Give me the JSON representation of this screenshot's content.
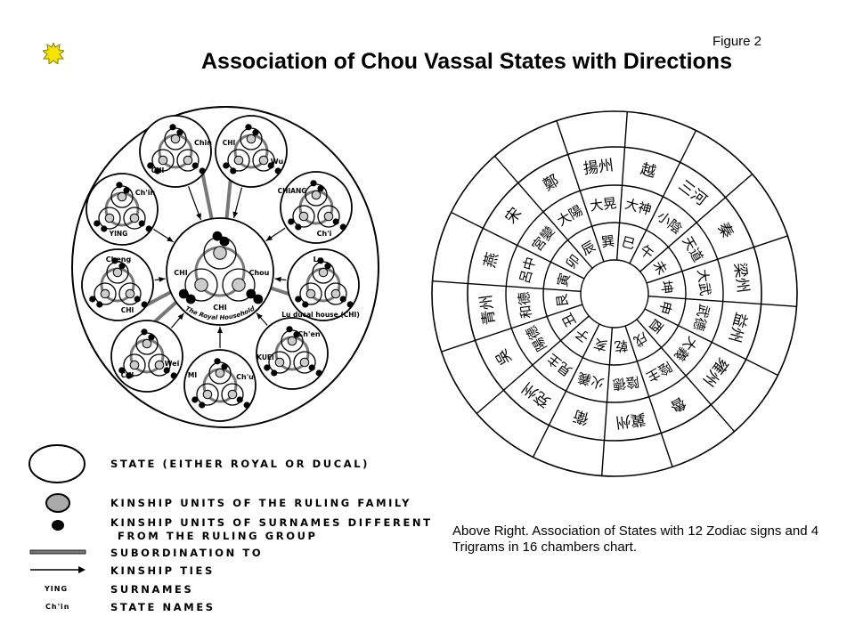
{
  "slide": {
    "figure_label": "Figure 2",
    "title": "Association of Chou Vassal States with Directions",
    "caption": "Above Right. Association of States with 12 Zodiac signs and 4 Trigrams in 16 chambers chart.",
    "sun_color": "#f5e400"
  },
  "kinship_diagram": {
    "center": {
      "surname_left": "CHI",
      "state_right": "Chou",
      "surname_bottom": "CHI",
      "caption": "The Royal Household"
    },
    "states": [
      {
        "state": "Chin",
        "surname": "CHI"
      },
      {
        "state": "Wu",
        "surname": "CHI"
      },
      {
        "state": "Ch'i",
        "surname": "CHIANG"
      },
      {
        "state": "Lu",
        "surname": "Lu ducal house (CHI)"
      },
      {
        "state": "Ch'en",
        "surname": "KUEI"
      },
      {
        "state": "Ch'u",
        "surname": "MI"
      },
      {
        "state": "Wei",
        "surname": "CHI"
      },
      {
        "state": "Cheng",
        "surname": "CHI"
      },
      {
        "state": "Ch'in",
        "surname": "YING"
      }
    ]
  },
  "legend": [
    {
      "symbol": "state-circle-icon",
      "label": "STATE (EITHER ROYAL OR DUCAL)"
    },
    {
      "symbol": "hatched-circle-icon",
      "label": "KINSHIP UNITS OF THE RULING FAMILY"
    },
    {
      "symbol": "black-dot-icon",
      "label": "KINSHIP UNITS OF SURNAMES DIFFERENT",
      "label2": "FROM THE RULING GROUP"
    },
    {
      "symbol": "hatched-line-icon",
      "label": "SUBORDINATION TO"
    },
    {
      "symbol": "arrow-icon",
      "label": "KINSHIP TIES"
    },
    {
      "symbol": "YING",
      "label": "SURNAMES"
    },
    {
      "symbol": "Ch'in",
      "label": "STATE NAMES"
    }
  ],
  "chamber_chart": {
    "sectors": 16,
    "outer_ring": [
      "揚州",
      "越",
      "三河",
      "秦",
      "梁州",
      "益州",
      "雍州",
      "魯",
      "冀州",
      "衛",
      "兗州",
      "吳",
      "青州",
      "燕",
      "宋",
      "鄭"
    ],
    "middle_ring": [
      "大晃",
      "大神",
      "小陰",
      "天道",
      "大武",
      "武德",
      "大義",
      "陰主",
      "陰德",
      "火義",
      "見主",
      "陽德",
      "和德",
      "呂中",
      "宮變",
      "大陽"
    ],
    "inner_ring": [
      "巽",
      "巳",
      "午",
      "未",
      "坤",
      "申",
      "酉",
      "戌",
      "乾",
      "亥",
      "子",
      "丑",
      "艮",
      "寅",
      "卯",
      "辰"
    ]
  }
}
